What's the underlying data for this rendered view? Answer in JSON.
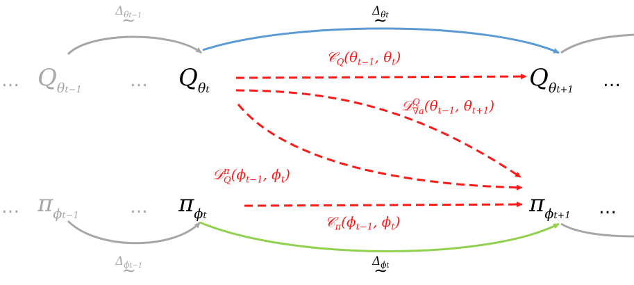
{
  "colors": {
    "gray": "#a6a6a6",
    "blue": "#5b9bd5",
    "green": "#92d050",
    "red": "#ff1a1a",
    "black": "#000000"
  },
  "nodes": {
    "q_prev": {
      "symbol": "Q",
      "subscript": "θ",
      "subsub": "t−1"
    },
    "q_curr": {
      "symbol": "Q",
      "subscript": "θ",
      "subsub": "t"
    },
    "q_next": {
      "symbol": "Q",
      "subscript": "θ",
      "subsub": "t+1"
    },
    "pi_prev": {
      "symbol": "π",
      "subscript": "ϕ",
      "subsub": "t−1"
    },
    "pi_curr": {
      "symbol": "π",
      "subscript": "ϕ",
      "subsub": "t"
    },
    "pi_next": {
      "symbol": "π",
      "subscript": "ϕ",
      "subsub": "t+1"
    }
  },
  "ellipsis": "…",
  "labels": {
    "c_q": {
      "symbol": "𝒞",
      "sub": "Q",
      "args": "(θ",
      "args_sub1": "t−1",
      "args_mid": ", θ",
      "args_sub2": "t",
      "args_end": ")"
    },
    "d_grad": {
      "symbol": "𝒟",
      "sup": "Q",
      "sub": "∇a",
      "args": "(θ",
      "args_sub1": "t−1",
      "args_mid": ", θ",
      "args_sub2": "t+1",
      "args_end": ")"
    },
    "d_pi": {
      "symbol": "𝒟",
      "sup": "π",
      "sub": "Q",
      "args": "(ϕ",
      "args_sub1": "t−1",
      "args_mid": ", ϕ",
      "args_sub2": "t",
      "args_end": ")"
    },
    "c_pi": {
      "symbol": "𝒞",
      "sub": "π",
      "args": "(ϕ",
      "args_sub1": "t−1",
      "args_mid": ", ϕ",
      "args_sub2": "t",
      "args_end": ")"
    }
  },
  "deltas": {
    "theta_prev": {
      "symbol": "Δ",
      "sub": "θ",
      "subsub": "t−1",
      "tilde": "∼"
    },
    "theta_curr": {
      "symbol": "Δ",
      "sub": "θ",
      "subsub": "t",
      "tilde": "∼"
    },
    "phi_prev": {
      "symbol": "Δ",
      "sub": "ϕ",
      "subsub": "t−1",
      "tilde": "∼"
    },
    "phi_curr": {
      "symbol": "Δ",
      "sub": "ϕ",
      "subsub": "t",
      "tilde": "∼"
    }
  }
}
